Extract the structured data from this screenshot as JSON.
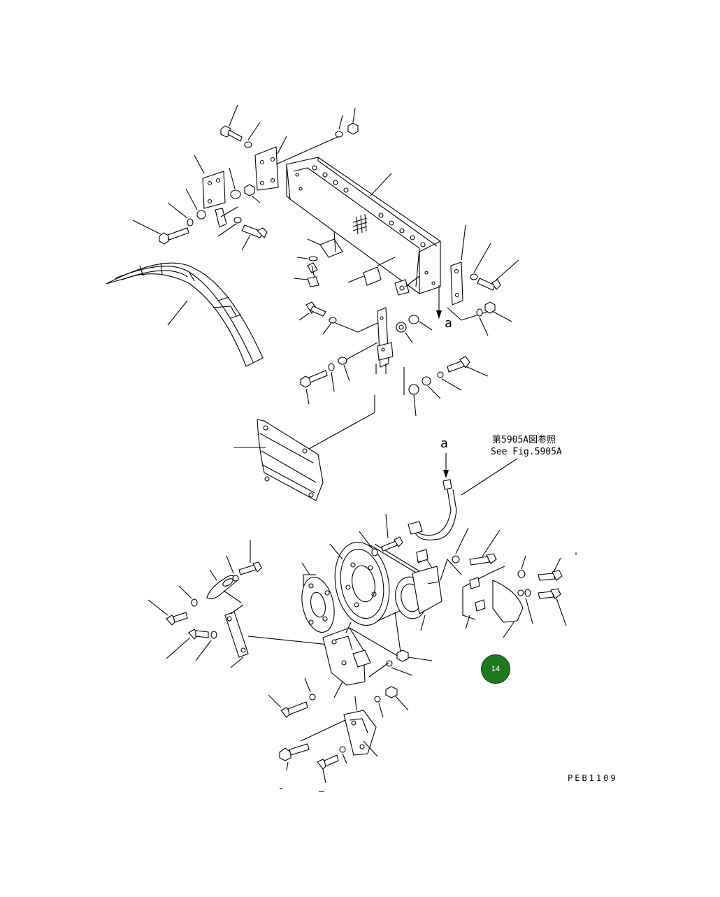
{
  "diagram": {
    "ref_label_top": "a",
    "ref_label_bottom": "a",
    "note_jp": "第5905A図参照",
    "note_en": "See Fig.5905A",
    "drawing_code": "PEB1109",
    "callout_number": "14",
    "callout_color": "#1f7a1f"
  }
}
